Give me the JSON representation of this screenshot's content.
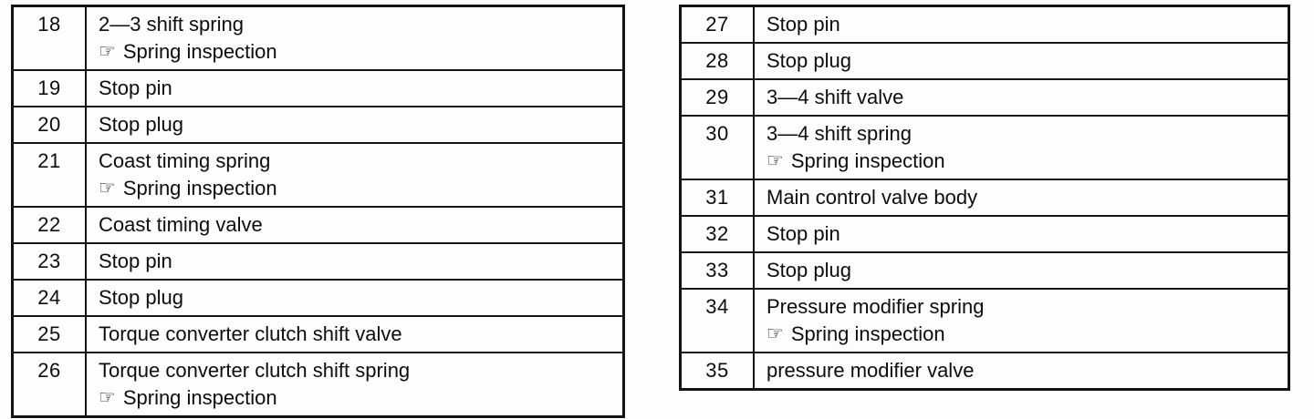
{
  "page": {
    "background_color": "#fefefe",
    "text_color": "#0d0d0d",
    "border_color": "#141414"
  },
  "inspection_note": {
    "icon": "☞",
    "label": "Spring inspection"
  },
  "tables": {
    "left": {
      "rows": [
        {
          "num": "18",
          "desc": "2—3 shift spring",
          "note": true
        },
        {
          "num": "19",
          "desc": "Stop pin",
          "note": false
        },
        {
          "num": "20",
          "desc": "Stop plug",
          "note": false
        },
        {
          "num": "21",
          "desc": "Coast timing spring",
          "note": true
        },
        {
          "num": "22",
          "desc": "Coast timing valve",
          "note": false
        },
        {
          "num": "23",
          "desc": "Stop pin",
          "note": false
        },
        {
          "num": "24",
          "desc": "Stop plug",
          "note": false
        },
        {
          "num": "25",
          "desc": "Torque converter clutch shift valve",
          "note": false
        },
        {
          "num": "26",
          "desc": "Torque converter clutch shift spring",
          "note": true
        }
      ]
    },
    "right": {
      "rows": [
        {
          "num": "27",
          "desc": "Stop pin",
          "note": false
        },
        {
          "num": "28",
          "desc": "Stop plug",
          "note": false
        },
        {
          "num": "29",
          "desc": "3—4 shift valve",
          "note": false
        },
        {
          "num": "30",
          "desc": "3—4 shift spring",
          "note": true
        },
        {
          "num": "31",
          "desc": "Main control valve body",
          "note": false
        },
        {
          "num": "32",
          "desc": "Stop pin",
          "note": false
        },
        {
          "num": "33",
          "desc": "Stop plug",
          "note": false
        },
        {
          "num": "34",
          "desc": "Pressure modifier spring",
          "note": true
        },
        {
          "num": "35",
          "desc": "pressure modifier valve",
          "note": false
        }
      ]
    }
  }
}
